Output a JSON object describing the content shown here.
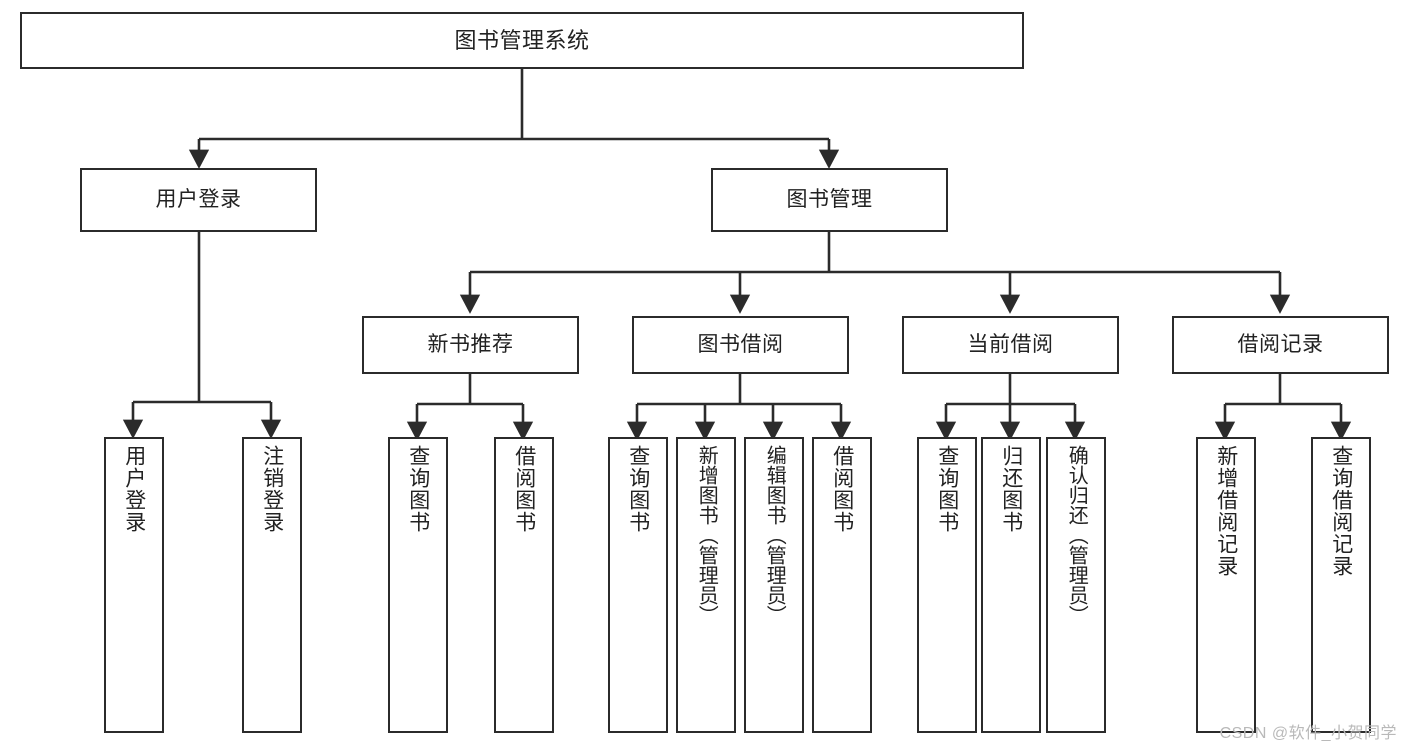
{
  "diagram": {
    "type": "tree",
    "title": "图书管理系统",
    "watermark": "CSDN @软件_小贺同学",
    "colors": {
      "box_border": "#2b2b2b",
      "box_fill": "#ffffff",
      "connector": "#2b2b2b",
      "text": "#222222",
      "watermark": "#b9b9b9"
    },
    "nodes": {
      "root": {
        "label": "图书管理系统"
      },
      "level2": [
        {
          "id": "user-login",
          "label": "用户登录"
        },
        {
          "id": "book-management",
          "label": "图书管理"
        }
      ],
      "level3": [
        {
          "id": "new-book-recommend",
          "label": "新书推荐"
        },
        {
          "id": "book-borrow",
          "label": "图书借阅"
        },
        {
          "id": "current-borrow",
          "label": "当前借阅"
        },
        {
          "id": "borrow-record",
          "label": "借阅记录"
        }
      ],
      "leaves": {
        "user-login": [
          {
            "id": "leaf-user-login",
            "label": "用户登录"
          },
          {
            "id": "leaf-user-logout",
            "label": "注销登录"
          }
        ],
        "new-book-recommend": [
          {
            "id": "leaf-query-books-1",
            "label": "查询图书"
          },
          {
            "id": "leaf-borrow-books-1",
            "label": "借阅图书"
          }
        ],
        "book-borrow": [
          {
            "id": "leaf-query-books-2",
            "label": "查询图书"
          },
          {
            "id": "leaf-add-book-admin",
            "label": "新增图书（管理员）"
          },
          {
            "id": "leaf-edit-book-admin",
            "label": "编辑图书（管理员）"
          },
          {
            "id": "leaf-borrow-books-2",
            "label": "借阅图书"
          }
        ],
        "current-borrow": [
          {
            "id": "leaf-query-books-3",
            "label": "查询图书"
          },
          {
            "id": "leaf-return-book",
            "label": "归还图书"
          },
          {
            "id": "leaf-confirm-return-admin",
            "label": "确认归还（管理员）"
          }
        ],
        "borrow-record": [
          {
            "id": "leaf-add-borrow-record",
            "label": "新增借阅记录"
          },
          {
            "id": "leaf-query-borrow-record",
            "label": "查询借阅记录"
          }
        ]
      }
    }
  }
}
